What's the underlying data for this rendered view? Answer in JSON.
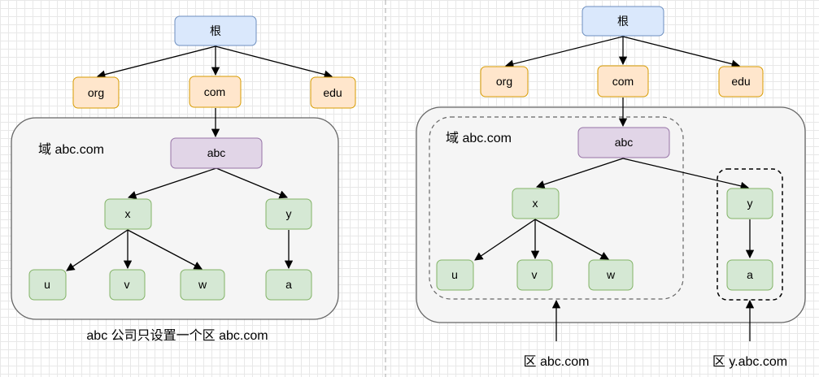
{
  "colors": {
    "root_fill": "#dae8fc",
    "root_stroke": "#6c8ebf",
    "tld_fill": "#ffe6cc",
    "tld_stroke": "#d79b00",
    "org_fill": "#e1d5e7",
    "org_stroke": "#9673a6",
    "leaf_fill": "#d5e8d4",
    "leaf_stroke": "#82b366",
    "domain_fill": "#f5f5f5",
    "domain_stroke": "#666666",
    "divider": "#aaaaaa"
  },
  "left": {
    "root": "根",
    "tlds": [
      "org",
      "com",
      "edu"
    ],
    "domain_label": "域 abc.com",
    "org": "abc",
    "mid": [
      "x",
      "y"
    ],
    "x_children": [
      "u",
      "v",
      "w"
    ],
    "y_child": "a",
    "caption": "abc 公司只设置一个区 abc.com"
  },
  "right": {
    "root": "根",
    "tlds": [
      "org",
      "com",
      "edu"
    ],
    "domain_label": "域 abc.com",
    "org": "abc",
    "mid": [
      "x",
      "y"
    ],
    "x_children": [
      "u",
      "v",
      "w"
    ],
    "y_child": "a",
    "zone1_label": "区 abc.com",
    "zone2_label": "区 y.abc.com"
  }
}
